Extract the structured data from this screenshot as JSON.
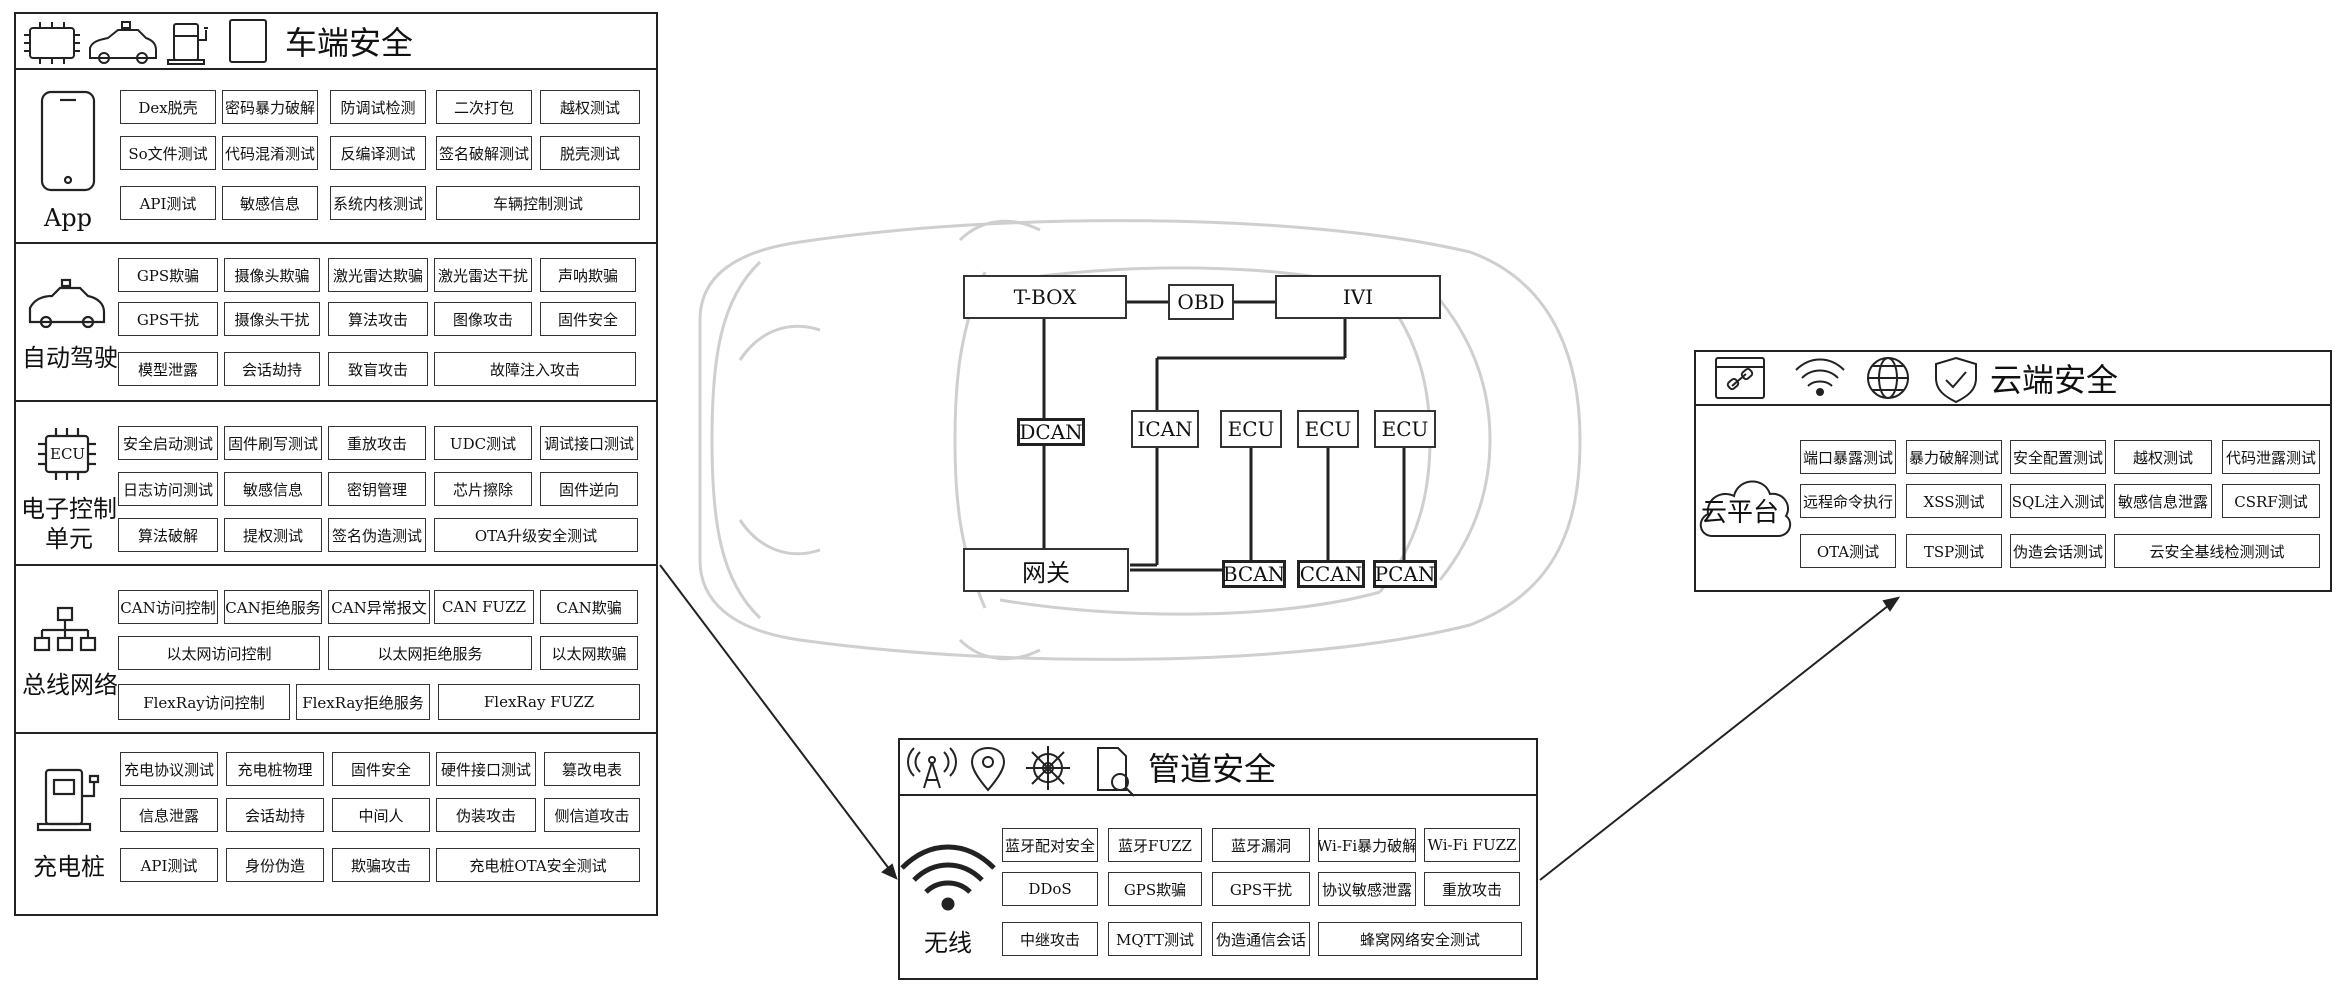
{
  "vehicle": {
    "title": "车端安全",
    "sections": [
      {
        "label": "App",
        "rows": [
          [
            "Dex脱壳",
            "密码暴力破解",
            "防调试检测",
            "二次打包",
            "越权测试"
          ],
          [
            "So文件测试",
            "代码混淆测试",
            "反编译测试",
            "签名破解测试",
            "脱壳测试"
          ],
          [
            "API测试",
            "敏感信息",
            "系统内核测试",
            "车辆控制测试"
          ]
        ]
      },
      {
        "label": "自动驾驶",
        "rows": [
          [
            "GPS欺骗",
            "摄像头欺骗",
            "激光雷达欺骗",
            "激光雷达干扰",
            "声呐欺骗"
          ],
          [
            "GPS干扰",
            "摄像头干扰",
            "算法攻击",
            "图像攻击",
            "固件安全"
          ],
          [
            "模型泄露",
            "会话劫持",
            "致盲攻击",
            "故障注入攻击"
          ]
        ]
      },
      {
        "label": "电子控制单元",
        "icon_text": "ECU",
        "rows": [
          [
            "安全启动测试",
            "固件刷写测试",
            "重放攻击",
            "UDC测试",
            "调试接口测试"
          ],
          [
            "日志访问测试",
            "敏感信息",
            "密钥管理",
            "芯片擦除",
            "固件逆向"
          ],
          [
            "算法破解",
            "提权测试",
            "签名伪造测试",
            "OTA升级安全测试"
          ]
        ]
      },
      {
        "label": "总线网络",
        "rows": [
          [
            "CAN访问控制",
            "CAN拒绝服务",
            "CAN异常报文",
            "CAN FUZZ",
            "CAN欺骗"
          ],
          [
            "以太网访问控制",
            "以太网拒绝服务",
            "以太网欺骗"
          ],
          [
            "FlexRay访问控制",
            "FlexRay拒绝服务",
            "FlexRay FUZZ"
          ]
        ]
      },
      {
        "label": "充电桩",
        "rows": [
          [
            "充电协议测试",
            "充电桩物理",
            "固件安全",
            "硬件接口测试",
            "篡改电表"
          ],
          [
            "信息泄露",
            "会话劫持",
            "中间人",
            "伪装攻击",
            "侧信道攻击"
          ],
          [
            "API测试",
            "身份伪造",
            "欺骗攻击",
            "充电桩OTA安全测试"
          ]
        ]
      }
    ]
  },
  "topology": {
    "tbox": "T-BOX",
    "obd": "OBD",
    "ivi": "IVI",
    "dcan": "DCAN",
    "ican": "ICAN",
    "ecu1": "ECU",
    "ecu2": "ECU",
    "ecu3": "ECU",
    "gateway": "网关",
    "bcan": "BCAN",
    "ccan": "CCAN",
    "pcan": "PCAN"
  },
  "pipe": {
    "title": "管道安全",
    "label": "无线",
    "rows": [
      [
        "蓝牙配对安全",
        "蓝牙FUZZ",
        "蓝牙漏洞",
        "Wi-Fi暴力破解",
        "Wi-Fi FUZZ"
      ],
      [
        "DDoS",
        "GPS欺骗",
        "GPS干扰",
        "协议敏感泄露",
        "重放攻击"
      ],
      [
        "中继攻击",
        "MQTT测试",
        "伪造通信会话",
        "蜂窝网络安全测试"
      ]
    ]
  },
  "cloud": {
    "title": "云端安全",
    "label": "云平台",
    "rows": [
      [
        "端口暴露测试",
        "暴力破解测试",
        "安全配置测试",
        "越权测试",
        "代码泄露测试"
      ],
      [
        "远程命令执行",
        "XSS测试",
        "SQL注入测试",
        "敏感信息泄露",
        "CSRF测试"
      ],
      [
        "OTA测试",
        "TSP测试",
        "伪造会话测试",
        "云安全基线检测测试"
      ]
    ]
  },
  "colors": {
    "border": "#222222",
    "car_outline": "#c8c8c8"
  }
}
